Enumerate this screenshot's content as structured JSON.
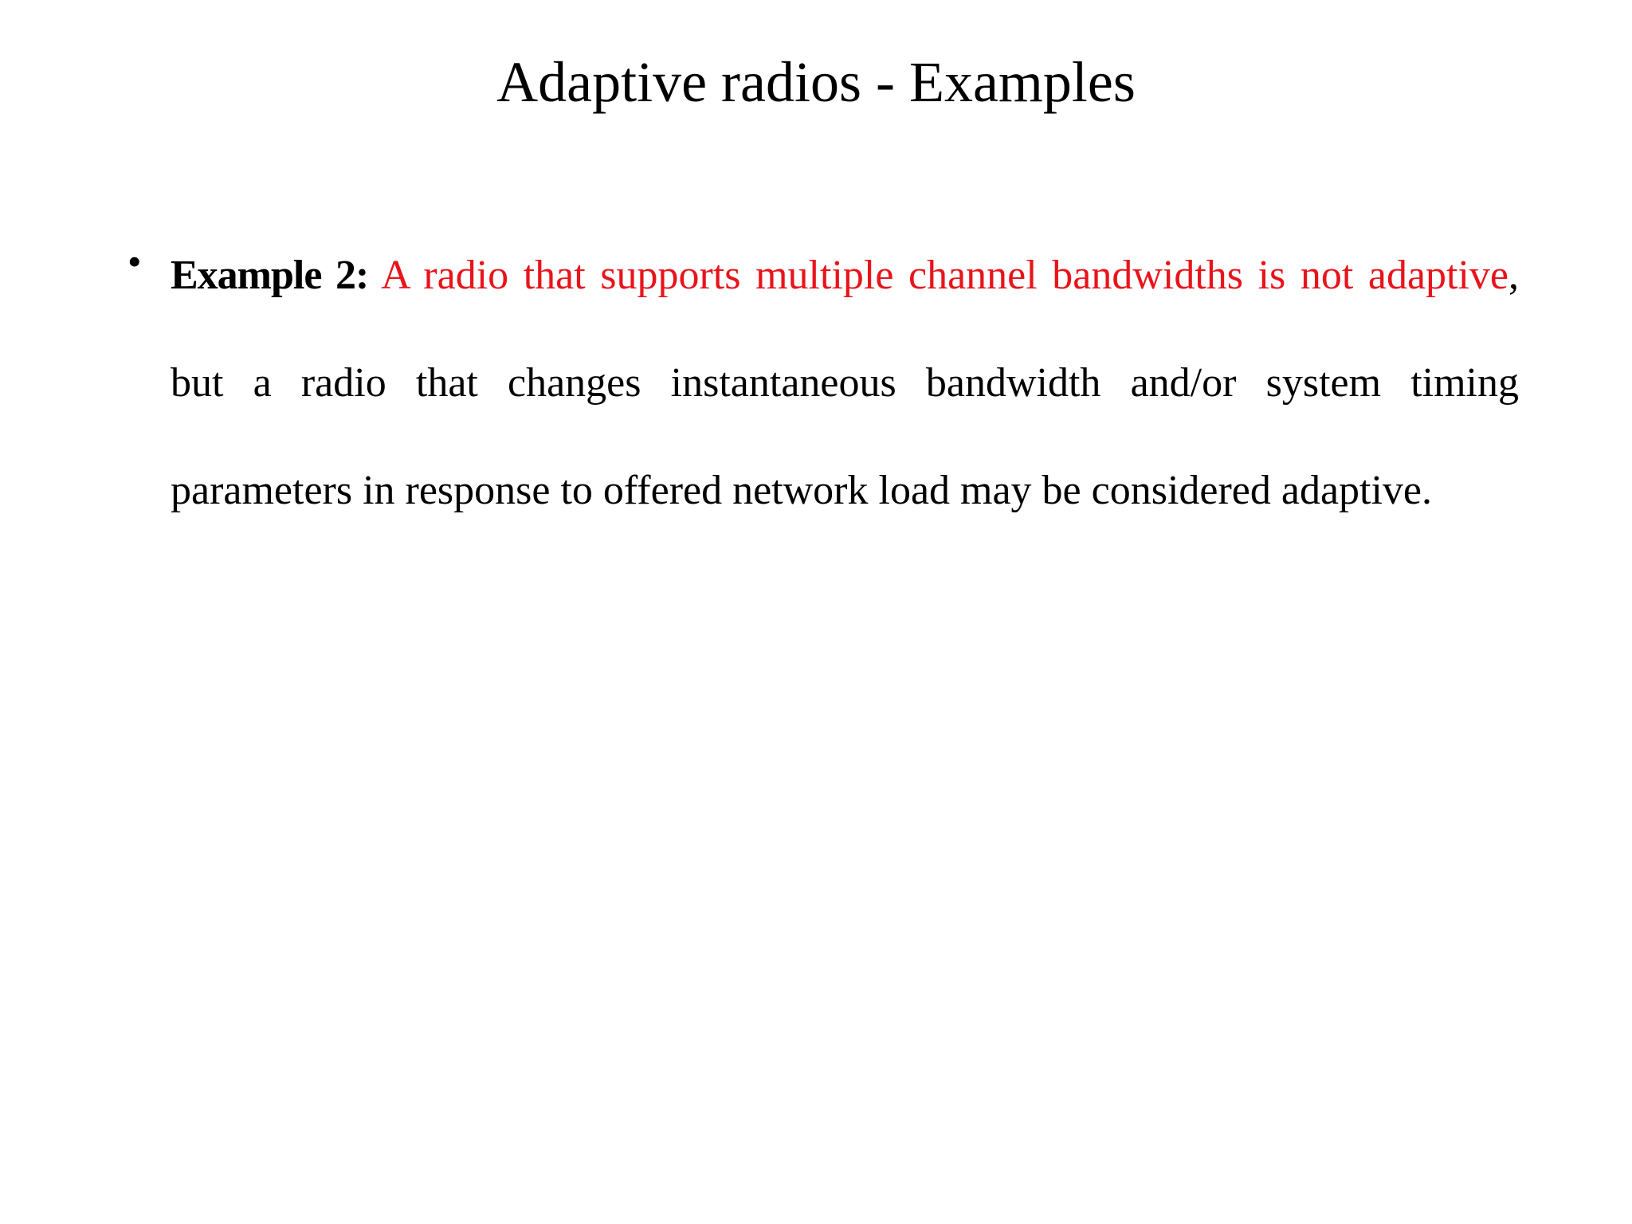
{
  "slide": {
    "title": "Adaptive radios - Examples",
    "bullets": [
      {
        "marker": "•",
        "lead": "Example 2:",
        "red_text": "A radio that supports multiple channel bandwidths is not adaptive",
        "rest_text": ", but a radio that changes instantaneous bandwidth and/or system timing parameters in response to offered network load may be considered adaptive."
      }
    ]
  },
  "colors": {
    "highlight": "#e8141b",
    "text": "#000000",
    "background": "#ffffff"
  }
}
